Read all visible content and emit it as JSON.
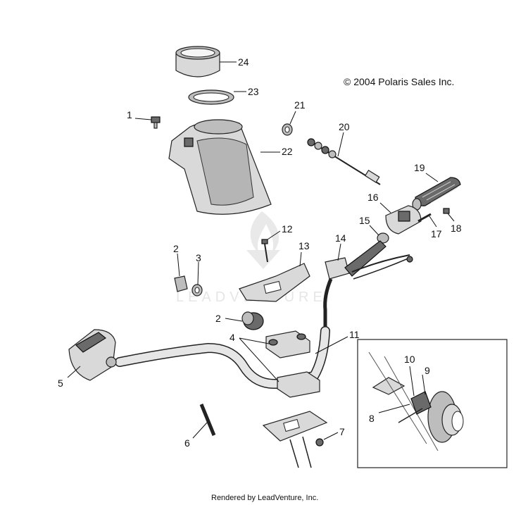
{
  "diagram": {
    "copyright": "© 2004 Polaris Sales Inc.",
    "footer": "Rendered by LeadVenture, Inc.",
    "watermark": "LEADVENTURE",
    "callouts": {
      "c1": "1",
      "c2a": "2",
      "c2b": "2",
      "c3": "3",
      "c4": "4",
      "c5": "5",
      "c6": "6",
      "c7": "7",
      "c8": "8",
      "c9": "9",
      "c10": "10",
      "c11": "11",
      "c12": "12",
      "c13": "13",
      "c14": "14",
      "c15": "15",
      "c16": "16",
      "c17": "17",
      "c18": "18",
      "c19": "19",
      "c20": "20",
      "c21": "21",
      "c22": "22",
      "c23": "23",
      "c24": "24"
    }
  }
}
